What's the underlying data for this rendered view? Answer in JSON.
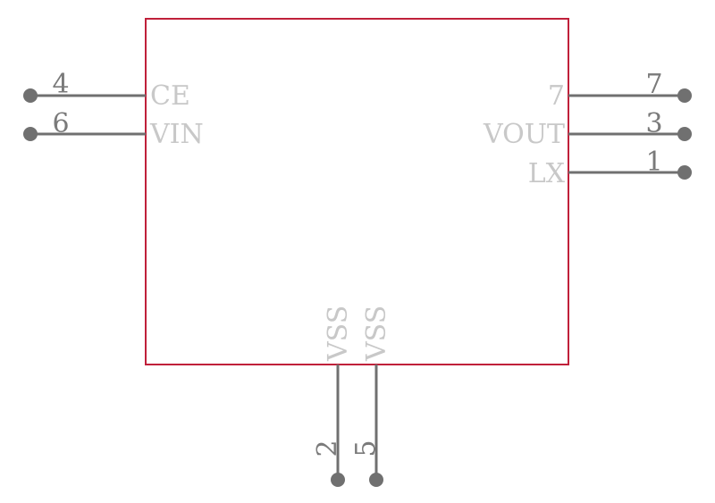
{
  "component": {
    "body_color": "#c0203a",
    "pin_color": "#707070",
    "pin_name_color": "#c8c8c8",
    "pin_number_color": "#7a7a7a"
  },
  "pins": {
    "ce": {
      "name": "CE",
      "number": "4"
    },
    "vin": {
      "name": "VIN",
      "number": "6"
    },
    "p7": {
      "name": "7",
      "number": "7"
    },
    "vout": {
      "name": "VOUT",
      "number": "3"
    },
    "lx": {
      "name": "LX",
      "number": "1"
    },
    "vss_a": {
      "name": "VSS",
      "number": "2"
    },
    "vss_b": {
      "name": "VSS",
      "number": "5"
    }
  }
}
